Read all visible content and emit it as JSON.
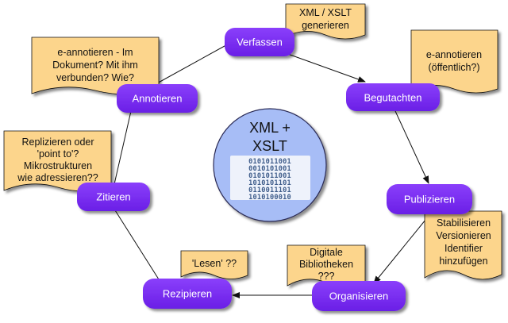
{
  "colors": {
    "stage_fill": "#7b2ff5",
    "stage_fill_dark": "#5b14cf",
    "note_fill": "#fcd58c",
    "center_fill": "#a7bdf6",
    "center_stroke": "#2a2a55",
    "binary_color": "#3e5c8a",
    "arrow_color": "#111111"
  },
  "stages": {
    "verfassen": "Verfassen",
    "begutachten": "Begutachten",
    "publizieren": "Publizieren",
    "organisieren": "Organisieren",
    "rezipieren": "Rezipieren",
    "zitieren": "Zitieren",
    "annotieren": "Annotieren"
  },
  "notes": {
    "verfassen": [
      "XML / XSLT",
      "generieren"
    ],
    "begutachten": [
      "e-annotieren",
      "(öffentlich?)"
    ],
    "publizieren": [
      "Stabilisieren",
      "Versionieren",
      "Identifier",
      "hinzufügen"
    ],
    "organisieren": [
      "Digitale",
      "Bibliotheken",
      "???"
    ],
    "rezipieren": [
      "'Lesen' ??"
    ],
    "zitieren": [
      "Replizieren oder",
      "'point to'?",
      "Mikrostrukturen",
      "wie adressieren??"
    ],
    "annotieren": [
      "e-annotieren - Im",
      "Dokument? Mit ihm",
      "verbunden? Wie?"
    ]
  },
  "center": {
    "title_lines": [
      "XML +",
      "XSLT"
    ],
    "binary_rows": [
      "0101011001",
      "0010101001",
      "0101011001",
      "1010101101",
      "0110011101",
      "1010100010"
    ]
  }
}
